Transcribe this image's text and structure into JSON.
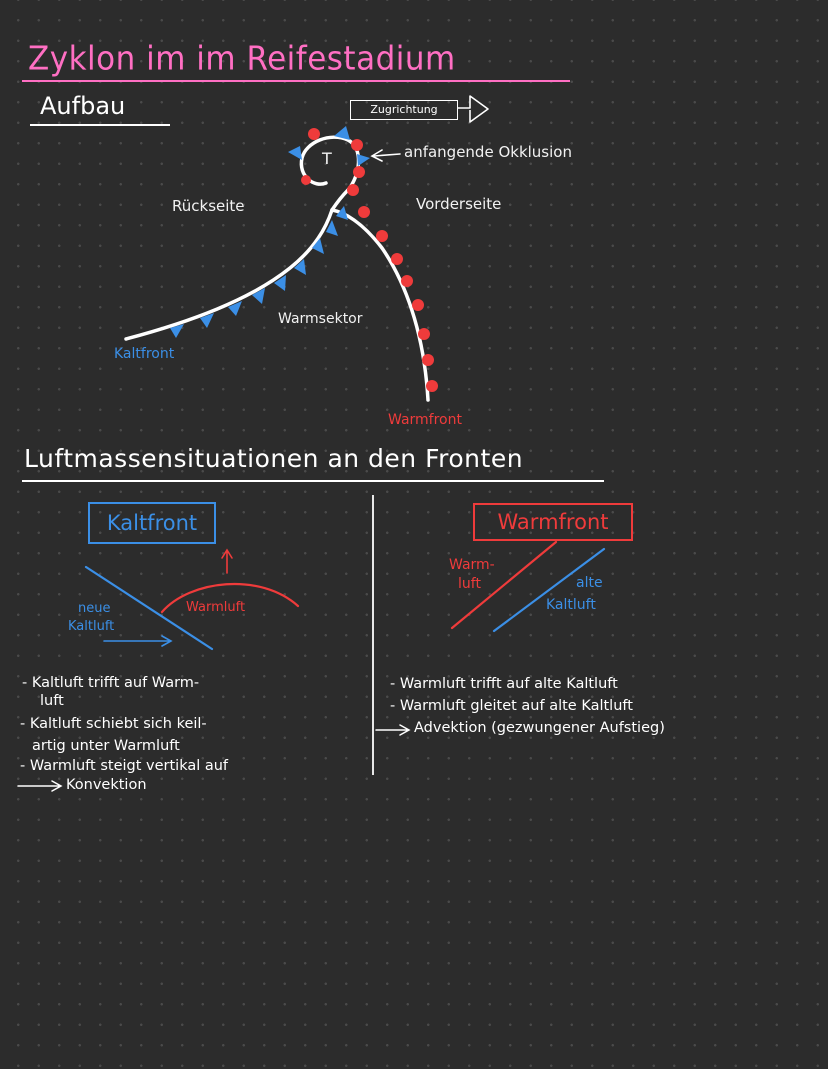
{
  "title": "Zyklon im im Reifestadium",
  "aufbau": {
    "heading": "Aufbau",
    "zugrichtung": "Zugrichtung",
    "tief": "T",
    "okklusion": "anfangende Okklusion",
    "rueckseite": "Rückseite",
    "vorderseite": "Vorderseite",
    "warmsektor": "Warmsektor",
    "kaltfront": "Kaltfront",
    "warmfront": "Warmfront"
  },
  "luftmassen": {
    "heading": "Luftmassensituationen an den Fronten",
    "kaltfront": {
      "title": "Kaltfront",
      "warmluft": "Warmluft",
      "neue_kaltluft_1": "neue",
      "neue_kaltluft_2": "Kaltluft",
      "notes": [
        "- Kaltluft trifft auf Warm-",
        "luft",
        "- Kaltluft schiebt sich keil-",
        "artig unter Warmluft",
        "- Warmluft steigt vertikal auf",
        "Konvektion"
      ]
    },
    "warmfront": {
      "title": "Warmfront",
      "warmluft_1": "Warm-",
      "warmluft_2": "luft",
      "alte_kaltluft_1": "alte",
      "alte_kaltluft_2": "Kaltluft",
      "notes": [
        "- Warmluft trifft auf alte Kaltluft",
        "- Warmluft gleitet auf alte Kaltluft",
        "Advektion (gezwungener Aufstieg)"
      ]
    }
  },
  "colors": {
    "background": "#2c2c2c",
    "title_pink": "#ff6fc3",
    "cold_blue": "#3b8fe6",
    "warm_red": "#ef3b3b"
  }
}
